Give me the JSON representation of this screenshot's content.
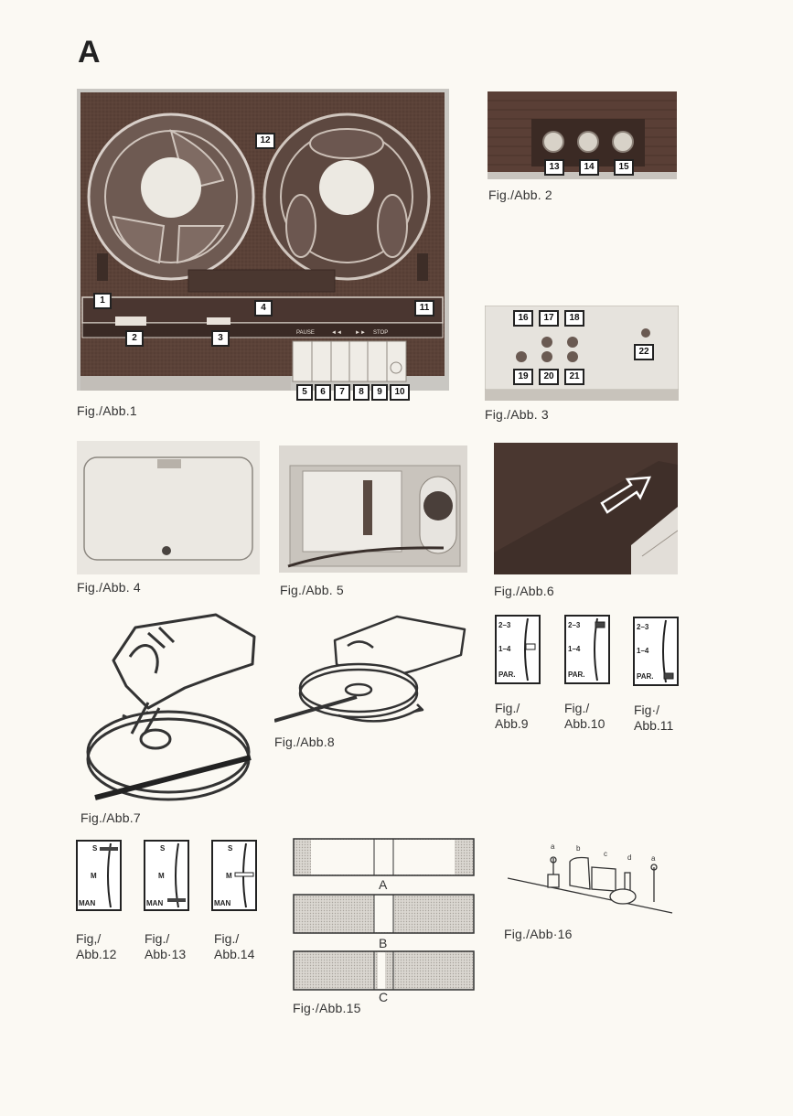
{
  "page": {
    "section_letter": "A"
  },
  "figures": {
    "fig1": {
      "caption": "Fig./Abb.1",
      "callouts": [
        "1",
        "2",
        "3",
        "4",
        "5",
        "6",
        "7",
        "8",
        "9",
        "10",
        "11",
        "12"
      ],
      "panel_labels": [
        "PAUSE",
        "◄◄",
        "►►",
        "STOP"
      ]
    },
    "fig2": {
      "caption": "Fig./Abb. 2",
      "callouts": [
        "13",
        "14",
        "15"
      ]
    },
    "fig3": {
      "caption": "Fig./Abb. 3",
      "callouts": [
        "16",
        "17",
        "18",
        "19",
        "20",
        "21",
        "22"
      ]
    },
    "fig4": {
      "caption": "Fig./Abb. 4"
    },
    "fig5": {
      "caption": "Fig./Abb. 5"
    },
    "fig6": {
      "caption": "Fig./Abb.6"
    },
    "fig7": {
      "caption": "Fig./Abb.7"
    },
    "fig8": {
      "caption": "Fig./Abb.8"
    },
    "fig9": {
      "caption_line1": "Fig./",
      "caption_line2": "Abb.9"
    },
    "fig10": {
      "caption_line1": "Fig./",
      "caption_line2": "Abb.10"
    },
    "fig11": {
      "caption_line1": "Fig·/",
      "caption_line2": "Abb.11"
    },
    "fig12": {
      "caption_line1": "Fig,/",
      "caption_line2": "Abb.12"
    },
    "fig13": {
      "caption_line1": "Fig./",
      "caption_line2": "Abb·13"
    },
    "fig14": {
      "caption_line1": "Fig./",
      "caption_line2": "Abb.14"
    },
    "fig15": {
      "caption": "Fig·/Abb.15",
      "labels": [
        "A",
        "B",
        "C"
      ]
    },
    "fig16": {
      "caption": "Fig./Abb·16",
      "labels": [
        "a",
        "b",
        "c",
        "d",
        "a"
      ]
    }
  },
  "switch_track": {
    "labels": [
      "2–3",
      "1–4",
      "PAR."
    ]
  },
  "switch_speed": {
    "labels": [
      "S",
      "M",
      "MAN"
    ]
  }
}
